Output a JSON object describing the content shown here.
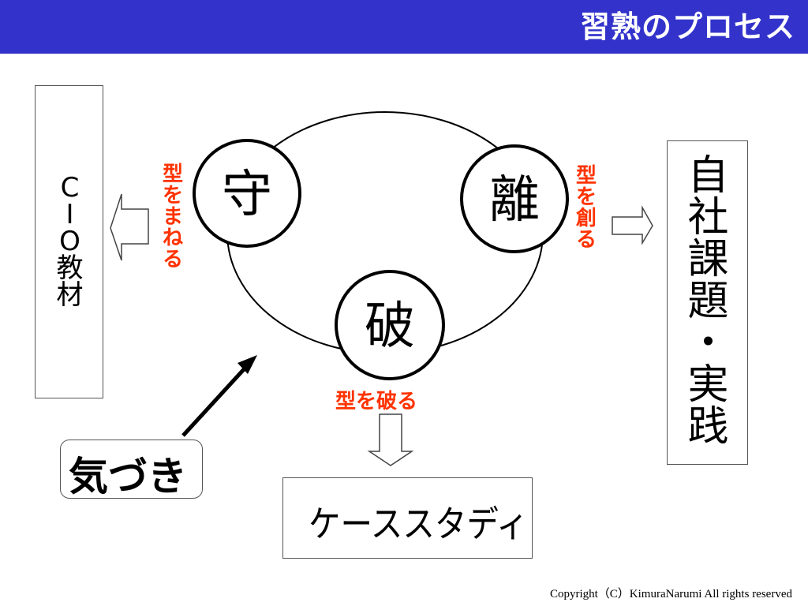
{
  "header": {
    "title": "習熟のプロセス"
  },
  "left_box": {
    "chars": [
      "C",
      "I",
      "O",
      "教",
      "材"
    ]
  },
  "right_box": {
    "chars": [
      "自",
      "社",
      "課",
      "題",
      "・",
      "実",
      "践"
    ]
  },
  "cycle": {
    "mamoru": "守",
    "ha": "破",
    "ri": "離"
  },
  "labels": {
    "left_vertical": [
      "型",
      "を",
      "ま",
      "ね",
      "る"
    ],
    "right_vertical": [
      "型",
      "を",
      "創",
      "る"
    ],
    "bottom": "型を破る"
  },
  "case_study": {
    "text": "ケーススタディ"
  },
  "awareness": {
    "text": "気づき"
  },
  "footer": {
    "copyright": "Copyright（C）KimuraNarumi All rights reserved"
  },
  "colors": {
    "header_bg": "#3333cc",
    "accent_text": "#ff3300"
  }
}
